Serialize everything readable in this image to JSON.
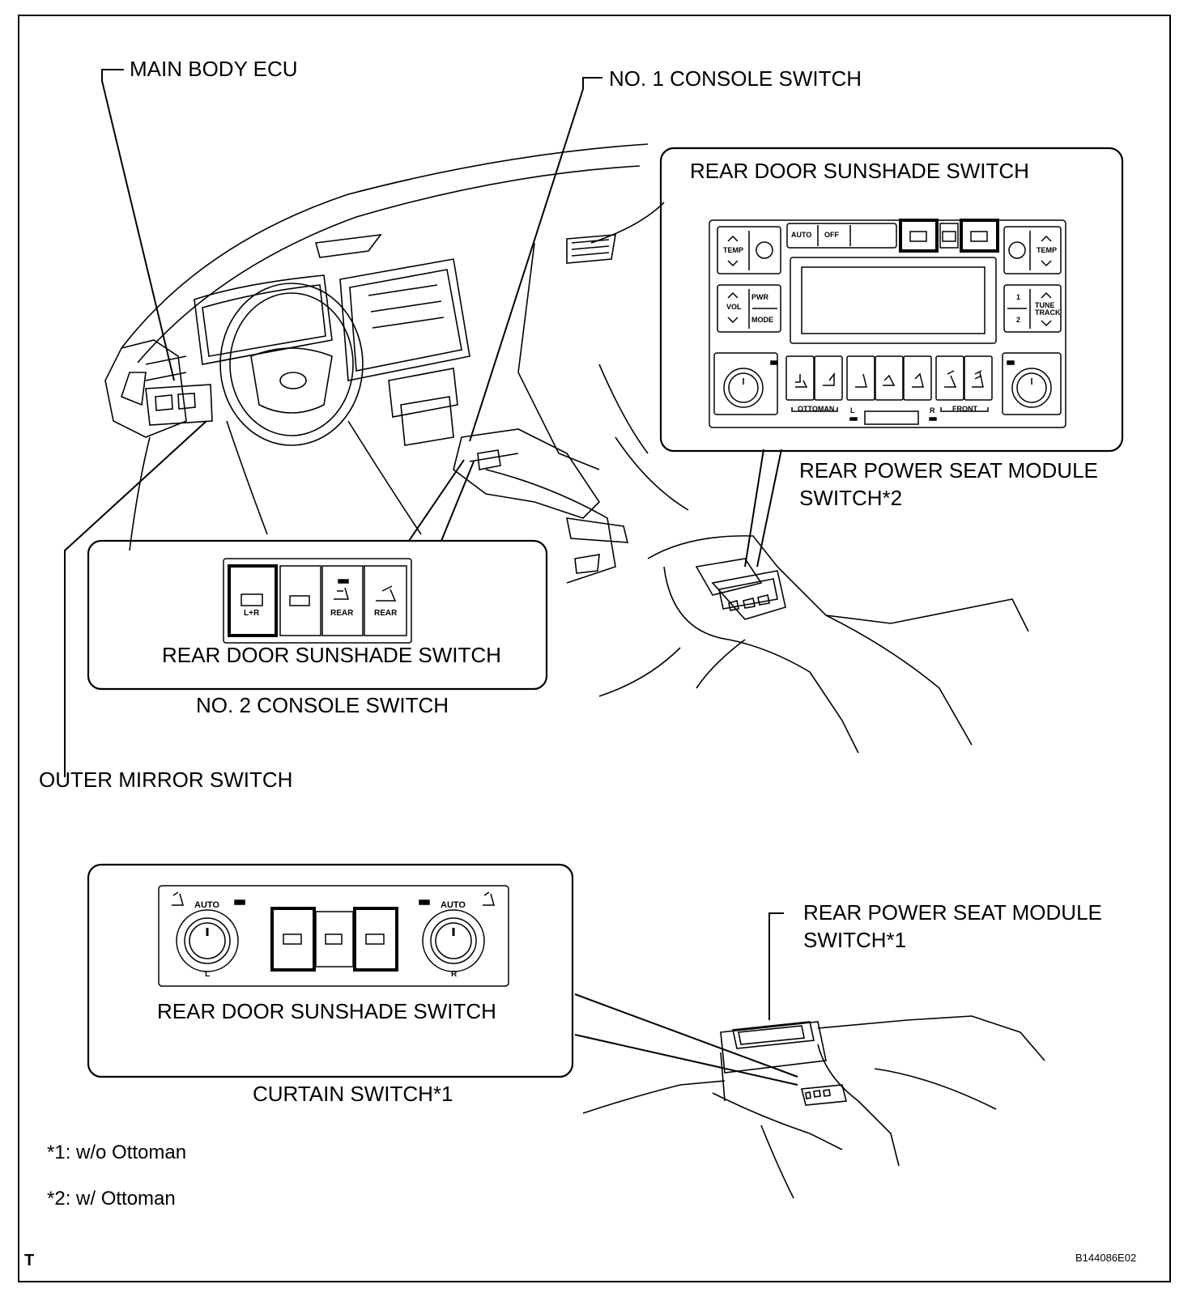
{
  "labels": {
    "main_body_ecu": "MAIN BODY ECU",
    "no1_console_switch": "NO. 1 CONSOLE SWITCH",
    "rear_door_sunshade_switch_top": "REAR DOOR SUNSHADE SWITCH",
    "rear_power_seat_module_switch_2": "REAR POWER SEAT MODULE SWITCH*2",
    "rear_door_sunshade_switch_mid": "REAR DOOR SUNSHADE SWITCH",
    "no2_console_switch": "NO. 2 CONSOLE SWITCH",
    "outer_mirror_switch": "OUTER MIRROR SWITCH",
    "rear_power_seat_module_switch_1": "REAR POWER SEAT MODULE SWITCH*1",
    "rear_door_sunshade_switch_bottom": "REAR DOOR SUNSHADE SWITCH",
    "curtain_switch_1": "CURTAIN SWITCH*1"
  },
  "panel_top": {
    "auto": "AUTO",
    "off": "OFF",
    "temp_left": "TEMP",
    "temp_right": "TEMP",
    "vol": "VOL",
    "pwr": "PWR",
    "mode": "MODE",
    "one": "1",
    "two": "2",
    "tune_track": "TUNE TRACK",
    "ottoman": "OTTOMAN",
    "l": "L",
    "r": "R",
    "front": "FRONT"
  },
  "panel_mid": {
    "lr": "L+R",
    "rear1": "REAR",
    "rear2": "REAR"
  },
  "panel_bottom": {
    "auto_left": "AUTO",
    "auto_right": "AUTO",
    "l": "L",
    "r": "R"
  },
  "notes": {
    "note1": "*1: w/o Ottoman",
    "note2": "*2: w/ Ottoman"
  },
  "corner_mark": "T",
  "figure_code": "B144086E02"
}
